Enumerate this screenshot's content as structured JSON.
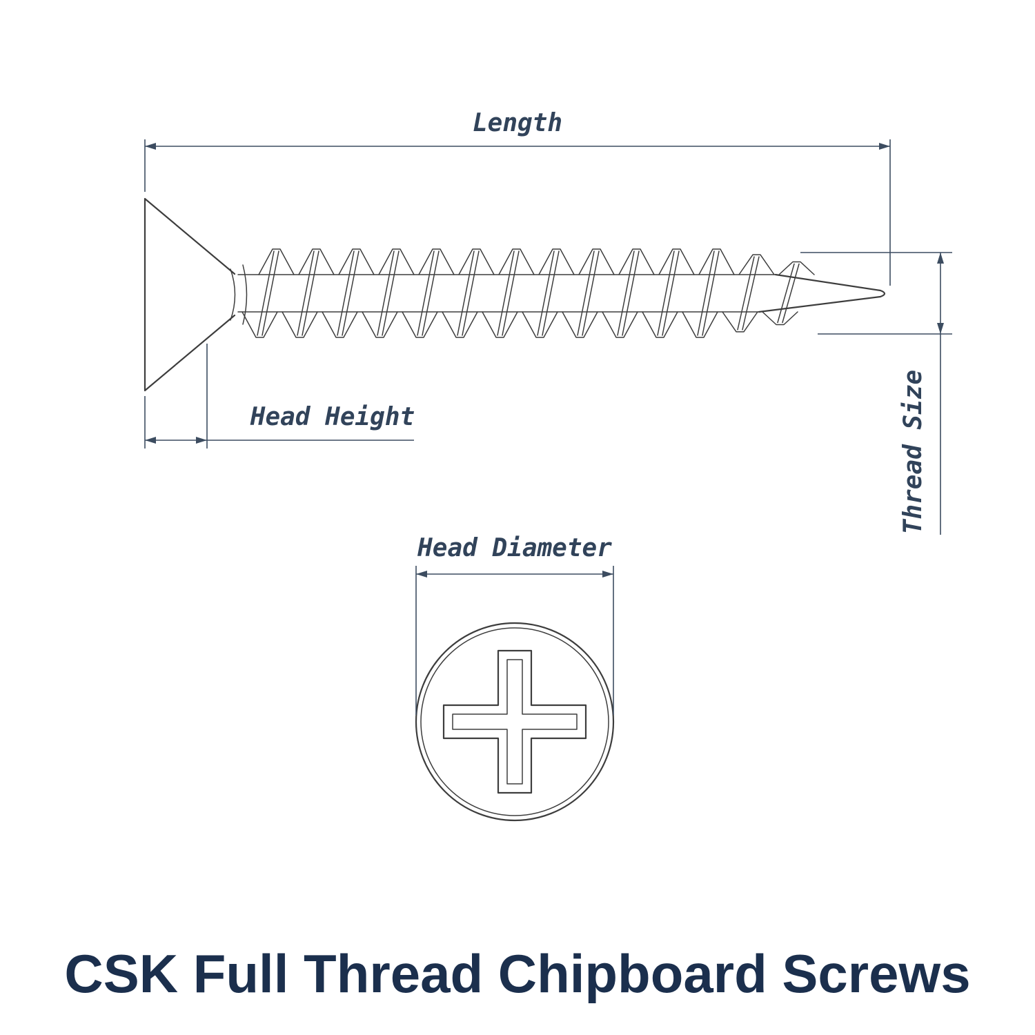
{
  "title": "CSK Full Thread Chipboard Screws",
  "diagram": {
    "type": "technical-drawing",
    "subject": "CSK (countersunk) full thread chipboard screw, side view and head top view",
    "labels": {
      "length": "Length",
      "head_height": "Head Height",
      "thread_size": "Thread Size",
      "head_diameter": "Head Diameter"
    }
  },
  "colors": {
    "line": "#3d3d3d",
    "dimension": "#3c4c60",
    "label": "#31435a",
    "title": "#1b2f4d",
    "background": "#ffffff"
  }
}
